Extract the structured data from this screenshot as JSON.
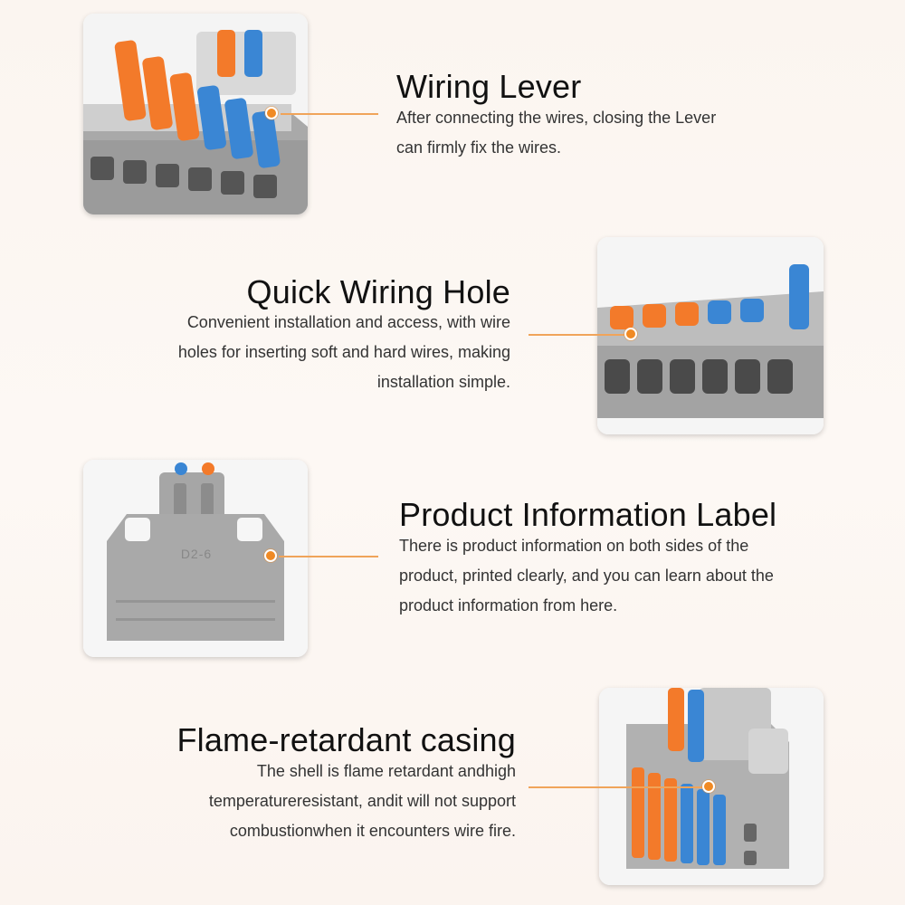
{
  "features": [
    {
      "title": "Wiring Lever",
      "desc_lines": [
        "After connecting the wires, closing the Lever",
        "can firmly fix the wires."
      ]
    },
    {
      "title": "Quick Wiring Hole",
      "desc_lines": [
        "Convenient installation and access, with wire",
        "holes for inserting soft and hard wires, making",
        "installation simple."
      ]
    },
    {
      "title": "Product Information Label",
      "desc_lines": [
        "There is product information on both sides of the",
        "product, printed clearly, and you can learn about the",
        "product information from here."
      ],
      "label_model": "D2-6"
    },
    {
      "title": "Flame-retardant casing",
      "desc_lines": [
        "The shell is flame retardant andhigh",
        "temperatureresistant, andit will not support",
        "combustionwhen it encounters wire fire."
      ]
    }
  ],
  "colors": {
    "accent_orange": "#f08a24",
    "lever_orange": "#f37a2a",
    "lever_blue": "#3a86d4",
    "housing_gray": "#9a9a9a"
  }
}
